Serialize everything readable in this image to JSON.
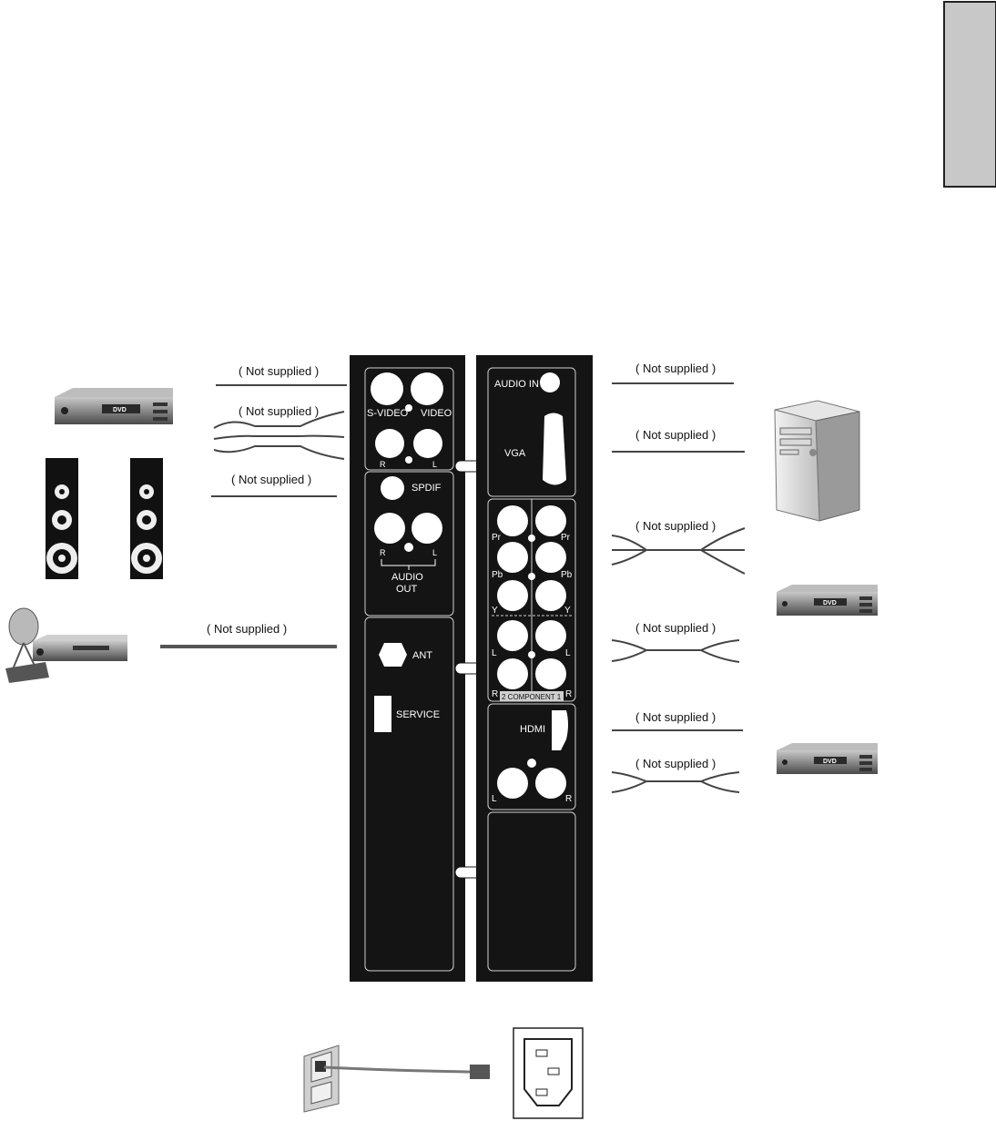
{
  "cable_label": "( Not supplied )",
  "dvd_label": "DVD",
  "panel_left": {
    "svideo": "S-VIDEO",
    "video": "VIDEO",
    "r": "R",
    "l": "L",
    "spdif": "SPDIF",
    "audio_out_line1": "AUDIO",
    "audio_out_line2": "OUT",
    "ant": "ANT",
    "service": "SERVICE"
  },
  "panel_right": {
    "audio_in": "AUDIO IN",
    "vga": "VGA",
    "pr": "Pr",
    "pb": "Pb",
    "y": "Y",
    "l": "L",
    "r": "R",
    "component": "2 COMPONENT 1",
    "hdmi": "HDMI"
  }
}
